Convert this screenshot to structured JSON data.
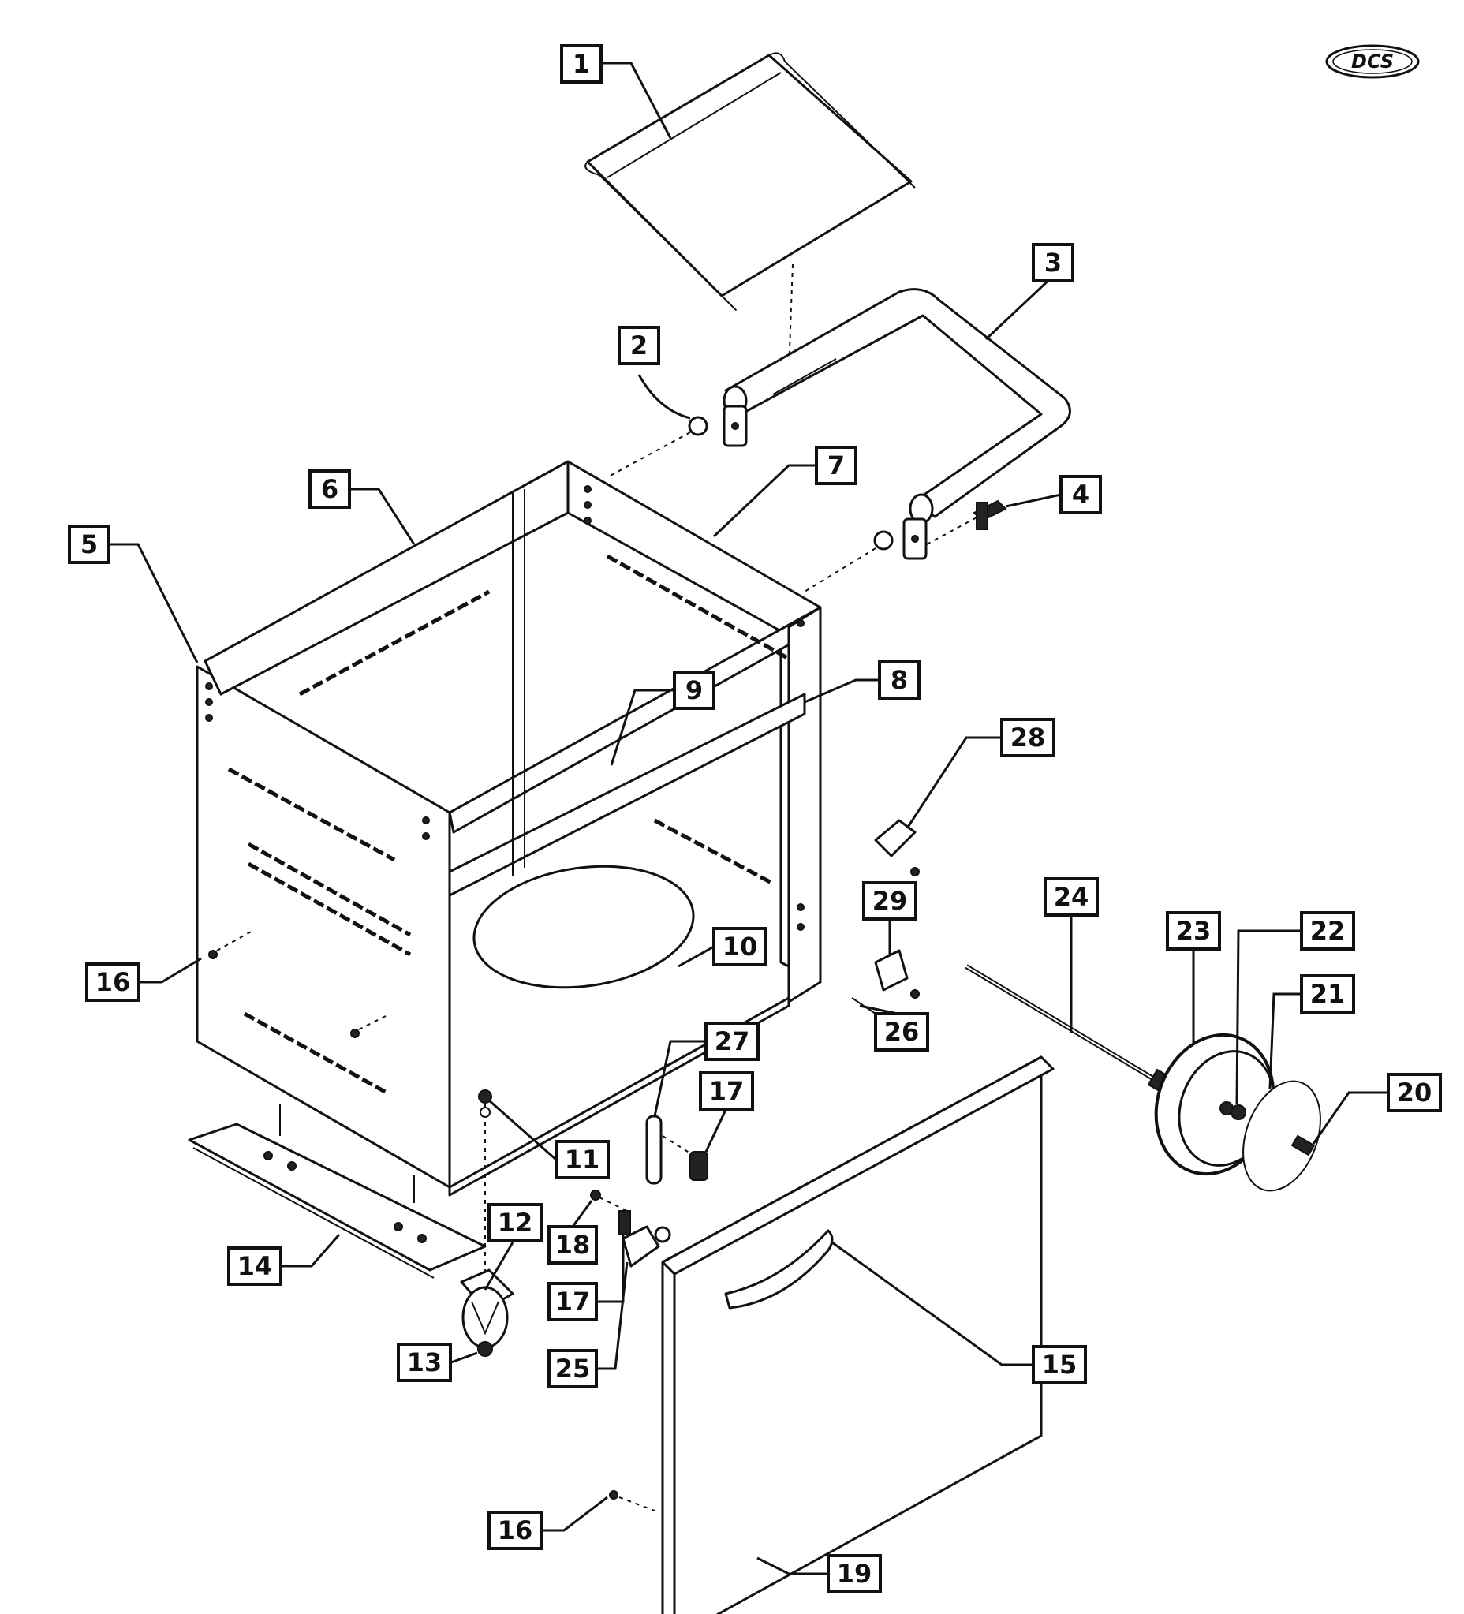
{
  "logo": {
    "text": "DCS"
  },
  "callouts": [
    {
      "id": "c1",
      "label": "1"
    },
    {
      "id": "c2",
      "label": "2"
    },
    {
      "id": "c3",
      "label": "3"
    },
    {
      "id": "c4",
      "label": "4"
    },
    {
      "id": "c5",
      "label": "5"
    },
    {
      "id": "c6",
      "label": "6"
    },
    {
      "id": "c7",
      "label": "7"
    },
    {
      "id": "c8",
      "label": "8"
    },
    {
      "id": "c9",
      "label": "9"
    },
    {
      "id": "c10",
      "label": "10"
    },
    {
      "id": "c11",
      "label": "11"
    },
    {
      "id": "c12",
      "label": "12"
    },
    {
      "id": "c13",
      "label": "13"
    },
    {
      "id": "c14",
      "label": "14"
    },
    {
      "id": "c15",
      "label": "15"
    },
    {
      "id": "c16a",
      "label": "16"
    },
    {
      "id": "c16b",
      "label": "16"
    },
    {
      "id": "c17a",
      "label": "17"
    },
    {
      "id": "c17b",
      "label": "17"
    },
    {
      "id": "c18",
      "label": "18"
    },
    {
      "id": "c19",
      "label": "19"
    },
    {
      "id": "c20",
      "label": "20"
    },
    {
      "id": "c21",
      "label": "21"
    },
    {
      "id": "c22",
      "label": "22"
    },
    {
      "id": "c23",
      "label": "23"
    },
    {
      "id": "c24",
      "label": "24"
    },
    {
      "id": "c25",
      "label": "25"
    },
    {
      "id": "c26",
      "label": "26"
    },
    {
      "id": "c27",
      "label": "27"
    },
    {
      "id": "c28",
      "label": "28"
    },
    {
      "id": "c29",
      "label": "29"
    }
  ]
}
